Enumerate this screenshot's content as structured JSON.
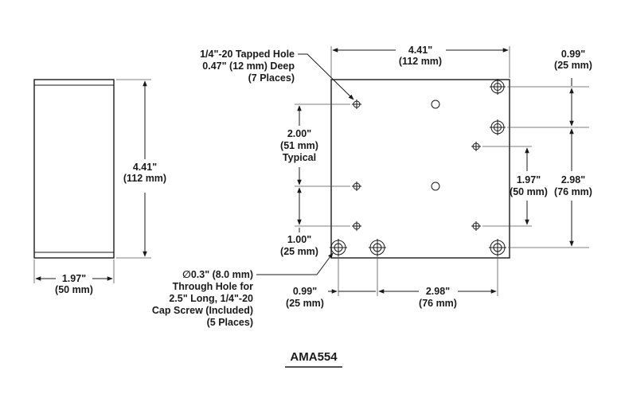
{
  "part_number": "AMA554",
  "side_view": {
    "height_label": "4.41\"",
    "height_label_mm": "(112 mm)",
    "width_label": "1.97\"",
    "width_label_mm": "(50 mm)"
  },
  "top_view": {
    "width_label": "4.41\"",
    "width_label_mm": "(112 mm)",
    "right_top_offset": "0.99\"",
    "right_top_offset_mm": "(25 mm)",
    "spacing_label": "2.00\"",
    "spacing_label_mm": "(51 mm)",
    "spacing_note": "Typical",
    "bottom_row_offset": "1.00\"",
    "bottom_row_offset_mm": "(25 mm)",
    "right_inner_spacing": "1.97\"",
    "right_inner_spacing_mm": "(50 mm)",
    "right_outer_spacing": "2.98\"",
    "right_outer_spacing_mm": "(76 mm)",
    "bottom_left_offset": "0.99\"",
    "bottom_left_offset_mm": "(25 mm)",
    "bottom_spacing": "2.98\"",
    "bottom_spacing_mm": "(76 mm)"
  },
  "callouts": {
    "tapped_hole": [
      "1/4\"-20 Tapped Hole",
      "0.47\" (12 mm) Deep",
      "(7 Places)"
    ],
    "through_hole": [
      "∅0.3\" (8.0 mm)",
      "Through Hole for",
      "2.5\" Long, 1/4\"-20",
      "Cap Screw (Included)",
      "(5 Places)"
    ]
  }
}
